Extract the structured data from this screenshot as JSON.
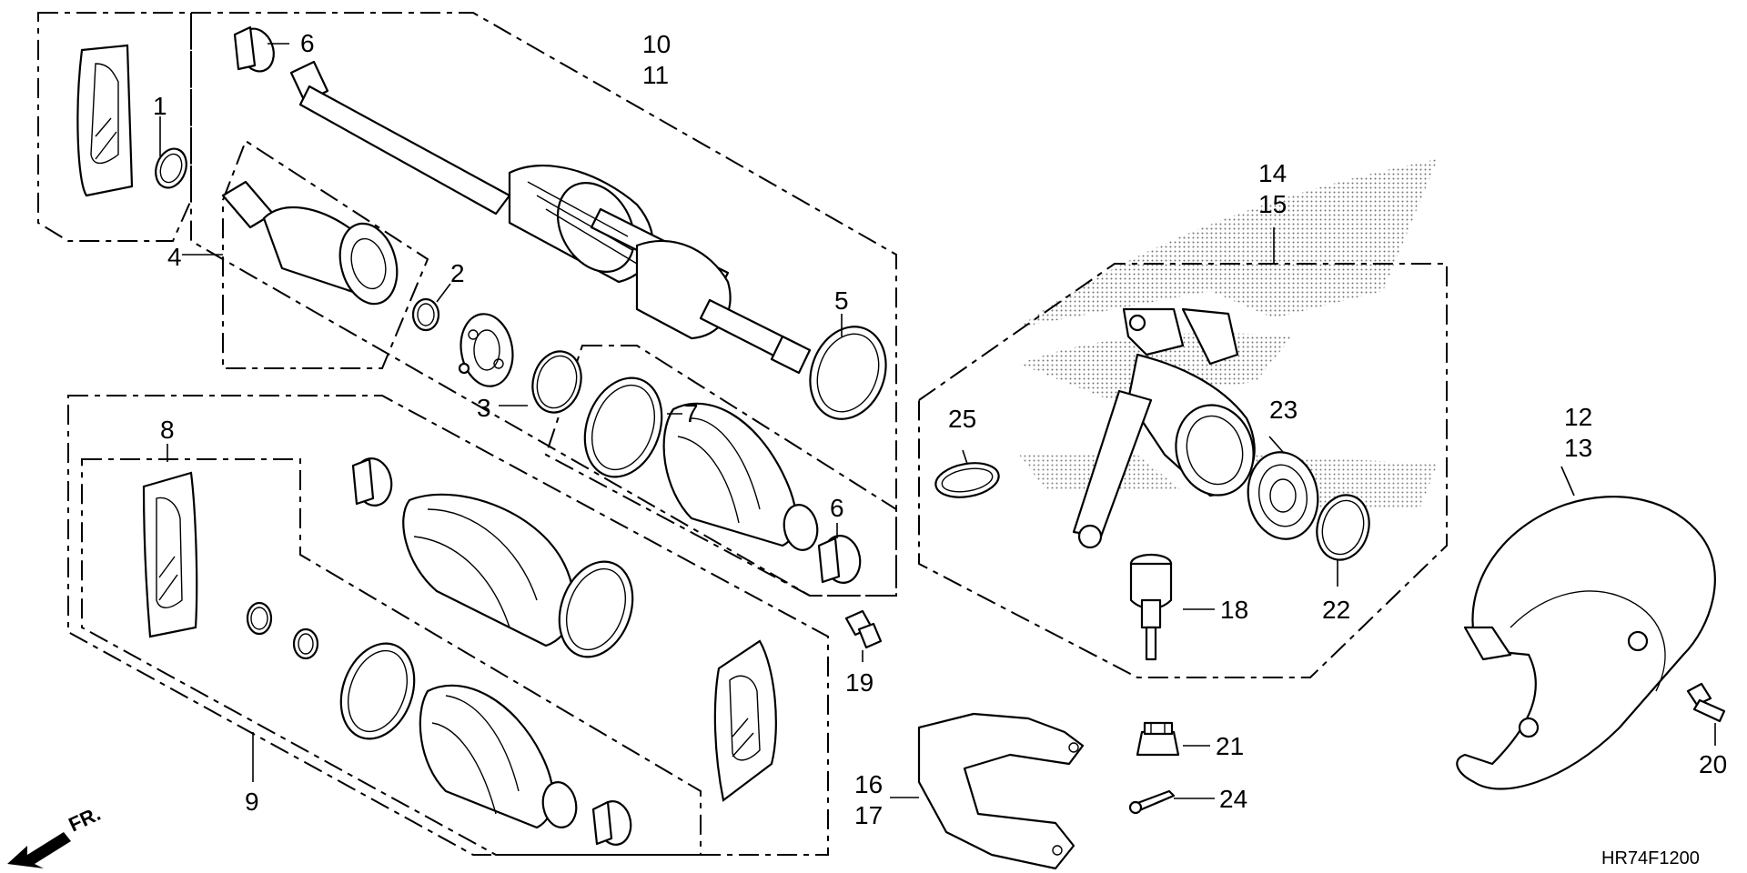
{
  "diagram_code": "HR74F1200",
  "direction_label": "FR.",
  "callouts": {
    "c1": "1",
    "c2": "2",
    "c3": "3",
    "c4": "4",
    "c5": "5",
    "c6a": "6",
    "c6b": "6",
    "c7": "7",
    "c8": "8",
    "c9": "9",
    "c10": "10",
    "c11": "11",
    "c12": "12",
    "c13": "13",
    "c14": "14",
    "c15": "15",
    "c16": "16",
    "c17": "17",
    "c18": "18",
    "c19": "19",
    "c20": "20",
    "c21": "21",
    "c22": "22",
    "c23": "23",
    "c24": "24",
    "c25": "25"
  },
  "icons": {
    "direction_arrow": "front-direction-arrow-icon",
    "grease_pack": "grease-pack-icon"
  }
}
